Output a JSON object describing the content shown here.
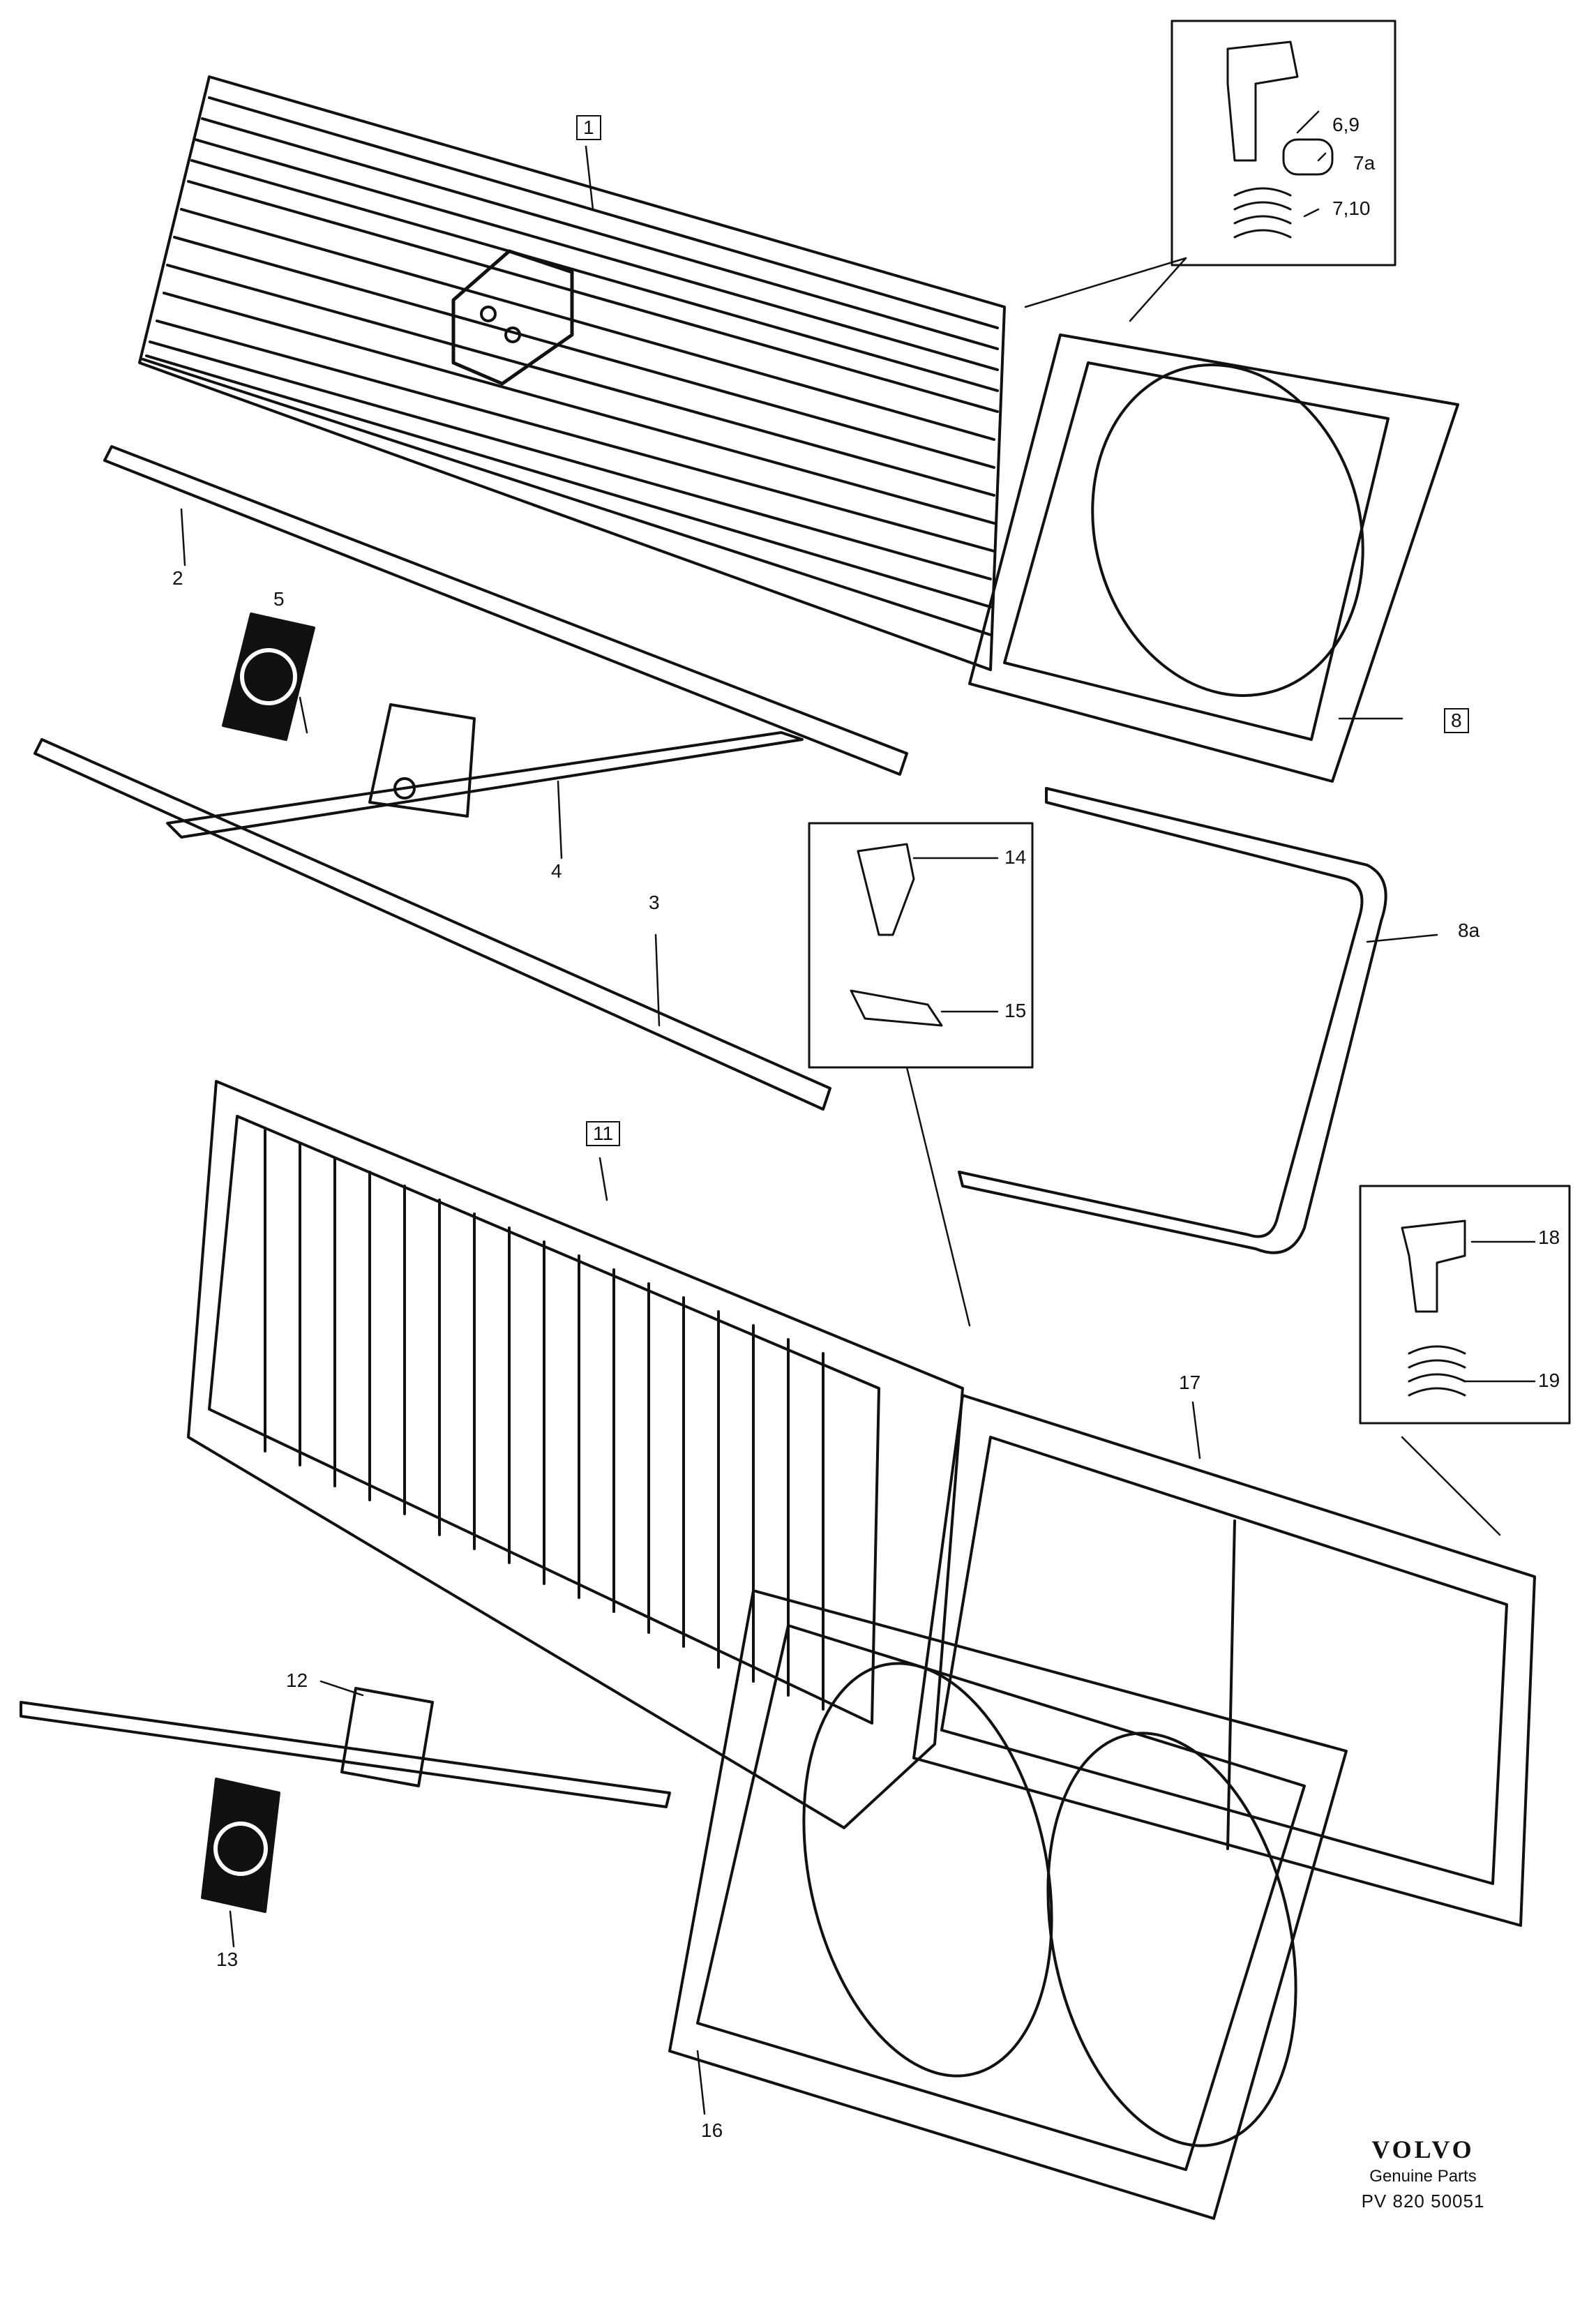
{
  "callouts": {
    "c1": "1",
    "c2": "2",
    "c3": "3",
    "c4": "4",
    "c5": "5",
    "c6_9": "6,9",
    "c7a": "7a",
    "c7_10": "7,10",
    "c8": "8",
    "c8a": "8a",
    "c11": "11",
    "c12": "12",
    "c13": "13",
    "c14": "14",
    "c15": "15",
    "c16": "16",
    "c17": "17",
    "c18": "18",
    "c19": "19"
  },
  "brand": {
    "name": "VOLVO",
    "tagline": "Genuine Parts",
    "reference": "PV 820 50051"
  },
  "colors": {
    "ink": "#111111",
    "paper": "#ffffff"
  }
}
